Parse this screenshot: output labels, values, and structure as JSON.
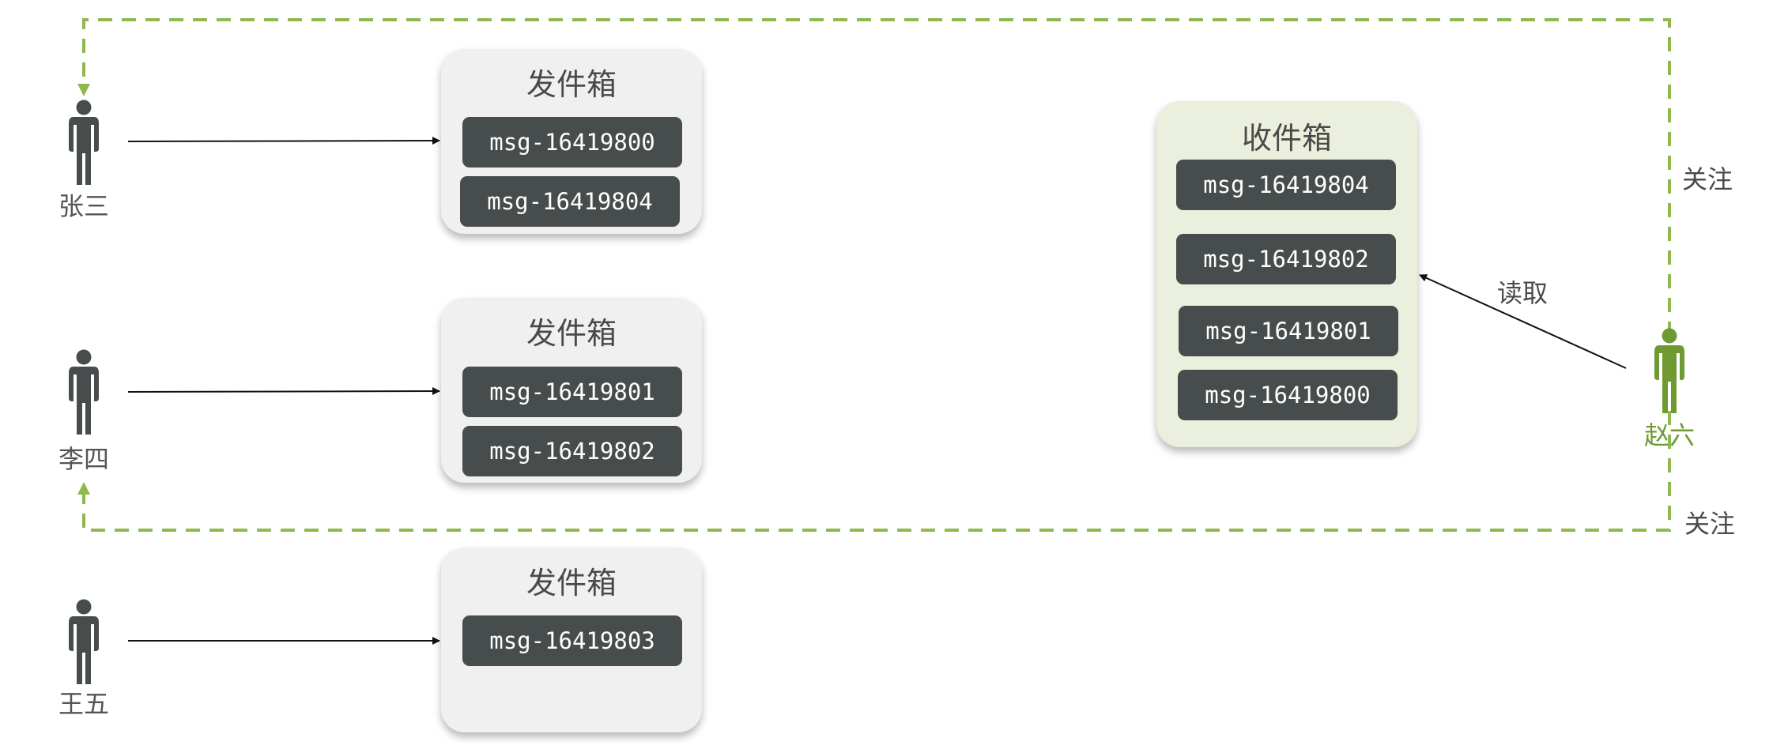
{
  "senders": [
    {
      "name": "张三",
      "outbox_title": "发件箱",
      "messages": [
        "msg-16419800",
        "msg-16419804"
      ]
    },
    {
      "name": "李四",
      "outbox_title": "发件箱",
      "messages": [
        "msg-16419801",
        "msg-16419802"
      ]
    },
    {
      "name": "王五",
      "outbox_title": "发件箱",
      "messages": [
        "msg-16419803"
      ]
    }
  ],
  "reader": {
    "name": "赵六",
    "inbox_title": "收件箱",
    "messages": [
      "msg-16419804",
      "msg-16419802",
      "msg-16419801",
      "msg-16419800"
    ],
    "read_label": "读取"
  },
  "follow_labels": [
    "关注",
    "关注"
  ],
  "colors": {
    "person_dark": "#474d4d",
    "person_green": "#6f9a32",
    "follow_line": "#8fb84f",
    "outbox_bg": "#f0f0f0",
    "inbox_bg": "#ebefdd",
    "message_bg": "#474d4d"
  }
}
